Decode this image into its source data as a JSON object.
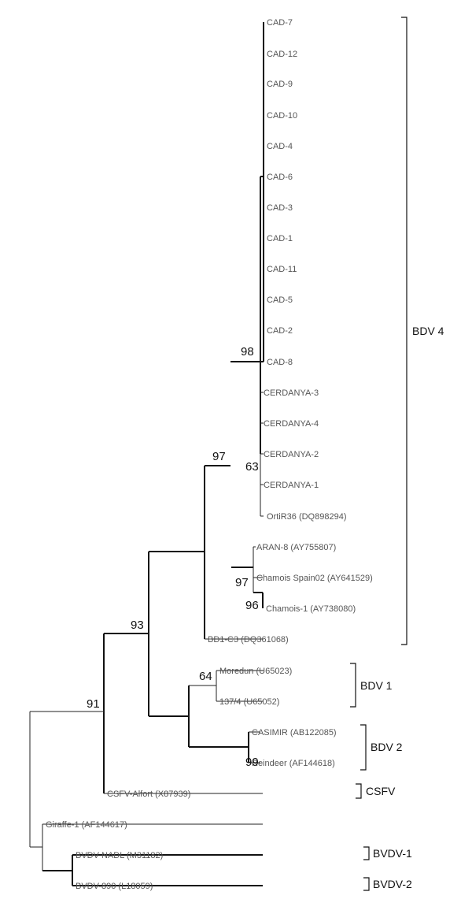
{
  "leaves": [
    "CAD-7",
    "CAD-12",
    "CAD-9",
    "CAD-10",
    "CAD-4",
    "CAD-6",
    "CAD-3",
    "CAD-1",
    "CAD-11",
    "CAD-5",
    "CAD-2",
    "CAD-8",
    "CERDANYA-3",
    "CERDANYA-4",
    "CERDANYA-2",
    "CERDANYA-1",
    "OrtiR36 (DQ898294)",
    "ARAN-8 (AY755807)",
    "Chamois Spain02 (AY641529)",
    "Chamois-1 (AY738080)",
    "BD1-C3 (DQ361068)",
    "Moredun (U65023)",
    "137/4 (U65052)",
    "CASIMIR (AB122085)",
    "Reindeer (AF144618)",
    "CSFV-Alfort (X87939)",
    "Giraffe-1 (AF144617)",
    "BVDV NADL (M31182)",
    "BVDV-890 (L18059)"
  ],
  "bootstrap": {
    "cad_cerdanya": "98",
    "cerdanya_group": "63",
    "bdv4_top": "97",
    "chamois_pair": "96",
    "aran_chamois": "97",
    "bdv4_all": "93",
    "bdv1": "64",
    "bdv2": "99",
    "border_disease": "91"
  },
  "clades": {
    "bdv4": "BDV 4",
    "bdv1": "BDV 1",
    "bdv2": "BDV 2",
    "csfv": "CSFV",
    "bvdv1": "BVDV-1",
    "bvdv2": "BVDV-2"
  }
}
